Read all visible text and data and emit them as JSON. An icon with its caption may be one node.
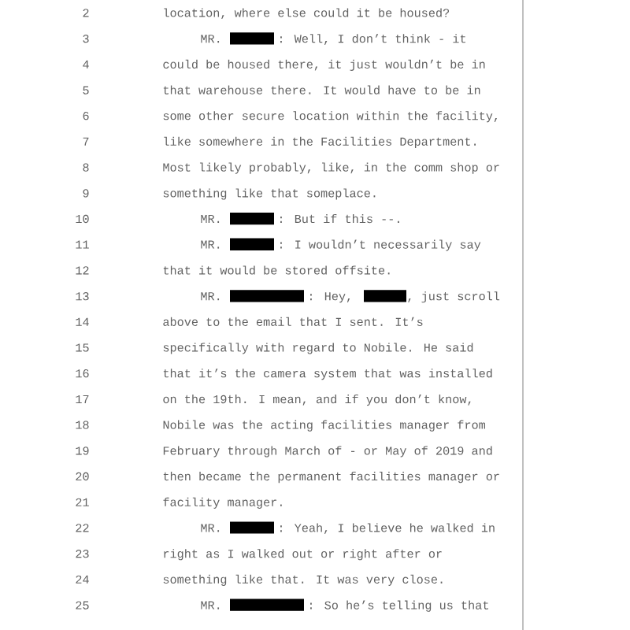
{
  "diagram": {
    "labels": [
      "2",
      "location, where else could it be housed?",
      "3",
      "MR.",
      ": Well, I don’t think - it",
      "4",
      "could be housed there, it just wouldn’t be in",
      "5",
      "that warehouse there. It would have to be in",
      "6",
      "some other secure location within the facility,",
      "7",
      "like somewhere in the Facilities Department.",
      "8",
      "Most likely probably, like, in the comm shop or",
      "9",
      "something like that someplace.",
      "10",
      "MR.",
      ": But if this --.",
      "11",
      "MR.",
      ": I wouldn’t necessarily say",
      "12",
      "that it would be stored offsite.",
      "13",
      "MR.",
      ": Hey,",
      ", just scroll",
      "14",
      "above to the email that I sent. It’s",
      "15",
      "specifically with regard to Nobile. He said",
      "16",
      "that it’s the camera system that was installed",
      "17",
      "on the 19th. I mean, and if you don’t know,",
      "18",
      "Nobile was the acting facilities manager from",
      "19",
      "February through March of - or May of 2019 and",
      "20",
      "then became the permanent facilities manager or",
      "21",
      "facility manager.",
      "22",
      "MR.",
      ": Yeah, I believe he walked in",
      "23",
      "right as I walked out or right after or",
      "24",
      "something like that. It was very close.",
      "25",
      "MR.",
      ": So he’s telling us that"
    ]
  }
}
